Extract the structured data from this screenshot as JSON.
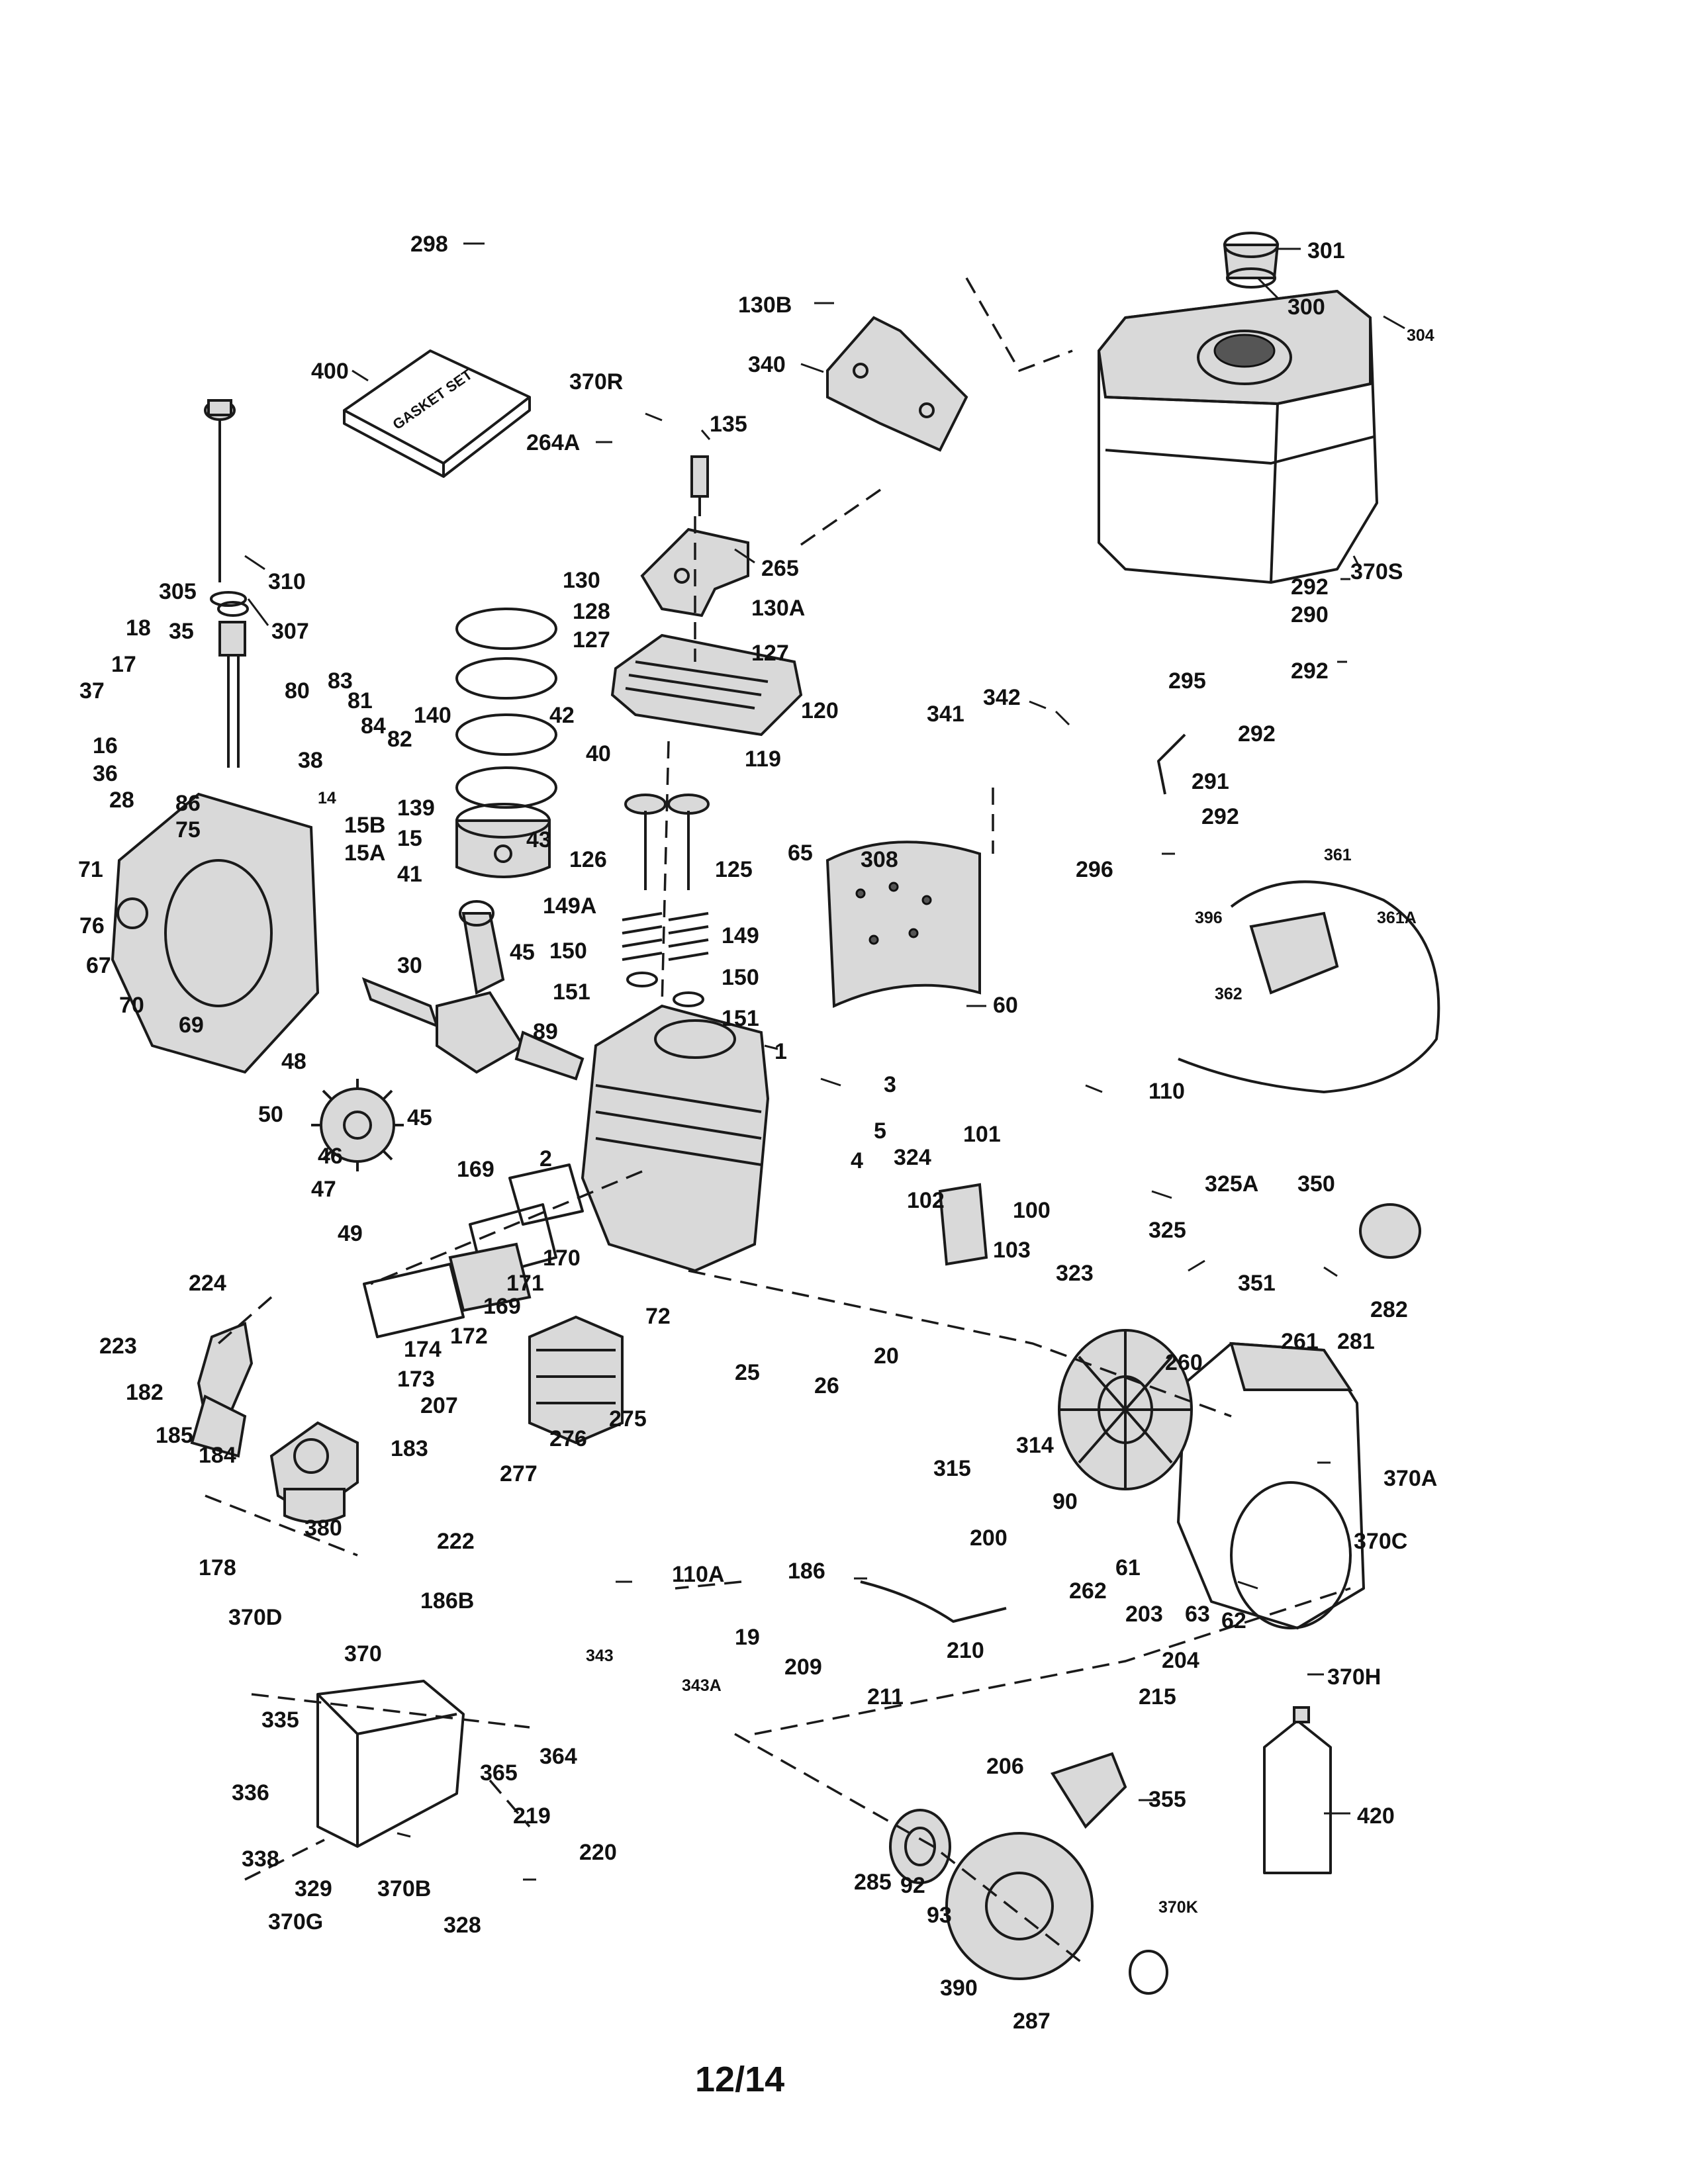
{
  "page_number": "12/14",
  "gasket_package_text": "GASKET SET",
  "callouts": [
    {
      "id": "c298",
      "text": "298"
    },
    {
      "id": "c301",
      "text": "301"
    },
    {
      "id": "c300",
      "text": "300"
    },
    {
      "id": "c304",
      "text": "304"
    },
    {
      "id": "c130B",
      "text": "130B"
    },
    {
      "id": "c340",
      "text": "340"
    },
    {
      "id": "c400",
      "text": "400"
    },
    {
      "id": "c370R",
      "text": "370R"
    },
    {
      "id": "c264A",
      "text": "264A"
    },
    {
      "id": "c135",
      "text": "135"
    },
    {
      "id": "c265",
      "text": "265"
    },
    {
      "id": "c370S",
      "text": "370S"
    },
    {
      "id": "c310",
      "text": "310"
    },
    {
      "id": "c305",
      "text": "305"
    },
    {
      "id": "c307",
      "text": "307"
    },
    {
      "id": "c130",
      "text": "130"
    },
    {
      "id": "c128",
      "text": "128"
    },
    {
      "id": "c127a",
      "text": "127"
    },
    {
      "id": "c130A",
      "text": "130A"
    },
    {
      "id": "c127b",
      "text": "127"
    },
    {
      "id": "c292a",
      "text": "292"
    },
    {
      "id": "c290",
      "text": "290"
    },
    {
      "id": "c292b",
      "text": "292"
    },
    {
      "id": "c295",
      "text": "295"
    },
    {
      "id": "c292c",
      "text": "292"
    },
    {
      "id": "c291",
      "text": "291"
    },
    {
      "id": "c292d",
      "text": "292"
    },
    {
      "id": "c18",
      "text": "18"
    },
    {
      "id": "c35",
      "text": "35"
    },
    {
      "id": "c17",
      "text": "17"
    },
    {
      "id": "c37",
      "text": "37"
    },
    {
      "id": "c80",
      "text": "80"
    },
    {
      "id": "c83",
      "text": "83"
    },
    {
      "id": "c81",
      "text": "81"
    },
    {
      "id": "c84",
      "text": "84"
    },
    {
      "id": "c82",
      "text": "82"
    },
    {
      "id": "c140",
      "text": "140"
    },
    {
      "id": "c42",
      "text": "42"
    },
    {
      "id": "c40",
      "text": "40"
    },
    {
      "id": "c120",
      "text": "120"
    },
    {
      "id": "c119",
      "text": "119"
    },
    {
      "id": "c342",
      "text": "342"
    },
    {
      "id": "c341",
      "text": "341"
    },
    {
      "id": "c16",
      "text": "16"
    },
    {
      "id": "c38",
      "text": "38"
    },
    {
      "id": "c36",
      "text": "36"
    },
    {
      "id": "c14",
      "text": "14"
    },
    {
      "id": "c28",
      "text": "28"
    },
    {
      "id": "c86",
      "text": "86"
    },
    {
      "id": "c75",
      "text": "75"
    },
    {
      "id": "c139",
      "text": "139"
    },
    {
      "id": "c15B",
      "text": "15B"
    },
    {
      "id": "c15",
      "text": "15"
    },
    {
      "id": "c15A",
      "text": "15A"
    },
    {
      "id": "c71",
      "text": "71"
    },
    {
      "id": "c41",
      "text": "41"
    },
    {
      "id": "c43",
      "text": "43"
    },
    {
      "id": "c126",
      "text": "126"
    },
    {
      "id": "c125",
      "text": "125"
    },
    {
      "id": "c65",
      "text": "65"
    },
    {
      "id": "c308",
      "text": "308"
    },
    {
      "id": "c296",
      "text": "296"
    },
    {
      "id": "c361",
      "text": "361"
    },
    {
      "id": "c361A",
      "text": "361A"
    },
    {
      "id": "c396",
      "text": "396"
    },
    {
      "id": "c362",
      "text": "362"
    },
    {
      "id": "c76",
      "text": "76"
    },
    {
      "id": "c67",
      "text": "67"
    },
    {
      "id": "c70",
      "text": "70"
    },
    {
      "id": "c69",
      "text": "69"
    },
    {
      "id": "c30",
      "text": "30"
    },
    {
      "id": "c45a",
      "text": "45"
    },
    {
      "id": "c149A",
      "text": "149A"
    },
    {
      "id": "c149",
      "text": "149"
    },
    {
      "id": "c150a",
      "text": "150"
    },
    {
      "id": "c150b",
      "text": "150"
    },
    {
      "id": "c151a",
      "text": "151"
    },
    {
      "id": "c151b",
      "text": "151"
    },
    {
      "id": "c60",
      "text": "60"
    },
    {
      "id": "c89",
      "text": "89"
    },
    {
      "id": "c48",
      "text": "48"
    },
    {
      "id": "c1",
      "text": "1"
    },
    {
      "id": "c3",
      "text": "3"
    },
    {
      "id": "c110",
      "text": "110"
    },
    {
      "id": "c50",
      "text": "50"
    },
    {
      "id": "c45b",
      "text": "45"
    },
    {
      "id": "c5",
      "text": "5"
    },
    {
      "id": "c4",
      "text": "4"
    },
    {
      "id": "c101",
      "text": "101"
    },
    {
      "id": "c324",
      "text": "324"
    },
    {
      "id": "c46",
      "text": "46"
    },
    {
      "id": "c169a",
      "text": "169"
    },
    {
      "id": "c2",
      "text": "2"
    },
    {
      "id": "c325A",
      "text": "325A"
    },
    {
      "id": "c47",
      "text": "47"
    },
    {
      "id": "c102",
      "text": "102"
    },
    {
      "id": "c100",
      "text": "100"
    },
    {
      "id": "c49",
      "text": "49"
    },
    {
      "id": "c325",
      "text": "325"
    },
    {
      "id": "c350",
      "text": "350"
    },
    {
      "id": "c103",
      "text": "103"
    },
    {
      "id": "c170",
      "text": "170"
    },
    {
      "id": "c171",
      "text": "171"
    },
    {
      "id": "c169b",
      "text": "169"
    },
    {
      "id": "c323",
      "text": "323"
    },
    {
      "id": "c224",
      "text": "224"
    },
    {
      "id": "c351",
      "text": "351"
    },
    {
      "id": "c72",
      "text": "72"
    },
    {
      "id": "c282",
      "text": "282"
    },
    {
      "id": "c172",
      "text": "172"
    },
    {
      "id": "c174",
      "text": "174"
    },
    {
      "id": "c223",
      "text": "223"
    },
    {
      "id": "c173",
      "text": "173"
    },
    {
      "id": "c25",
      "text": "25"
    },
    {
      "id": "c20",
      "text": "20"
    },
    {
      "id": "c260",
      "text": "260"
    },
    {
      "id": "c261",
      "text": "261"
    },
    {
      "id": "c281",
      "text": "281"
    },
    {
      "id": "c207",
      "text": "207"
    },
    {
      "id": "c26",
      "text": "26"
    },
    {
      "id": "c275",
      "text": "275"
    },
    {
      "id": "c182",
      "text": "182"
    },
    {
      "id": "c276",
      "text": "276"
    },
    {
      "id": "c314",
      "text": "314"
    },
    {
      "id": "c370A",
      "text": "370A"
    },
    {
      "id": "c185",
      "text": "185"
    },
    {
      "id": "c183",
      "text": "183"
    },
    {
      "id": "c184",
      "text": "184"
    },
    {
      "id": "c277",
      "text": "277"
    },
    {
      "id": "c315",
      "text": "315"
    },
    {
      "id": "c90",
      "text": "90"
    },
    {
      "id": "c370C",
      "text": "370C"
    },
    {
      "id": "c380",
      "text": "380"
    },
    {
      "id": "c222",
      "text": "222"
    },
    {
      "id": "c200",
      "text": "200"
    },
    {
      "id": "c178",
      "text": "178"
    },
    {
      "id": "c110A",
      "text": "110A"
    },
    {
      "id": "c186",
      "text": "186"
    },
    {
      "id": "c61",
      "text": "61"
    },
    {
      "id": "c262",
      "text": "262"
    },
    {
      "id": "c186B",
      "text": "186B"
    },
    {
      "id": "c203",
      "text": "203"
    },
    {
      "id": "c63",
      "text": "63"
    },
    {
      "id": "c62",
      "text": "62"
    },
    {
      "id": "c19",
      "text": "19"
    },
    {
      "id": "c370D",
      "text": "370D"
    },
    {
      "id": "c204",
      "text": "204"
    },
    {
      "id": "c210",
      "text": "210"
    },
    {
      "id": "c370",
      "text": "370"
    },
    {
      "id": "c209",
      "text": "209"
    },
    {
      "id": "c343",
      "text": "343"
    },
    {
      "id": "c343A",
      "text": "343A"
    },
    {
      "id": "c370H",
      "text": "370H"
    },
    {
      "id": "c215",
      "text": "215"
    },
    {
      "id": "c211",
      "text": "211"
    },
    {
      "id": "c335",
      "text": "335"
    },
    {
      "id": "c364",
      "text": "364"
    },
    {
      "id": "c206",
      "text": "206"
    },
    {
      "id": "c365",
      "text": "365"
    },
    {
      "id": "c336",
      "text": "336"
    },
    {
      "id": "c355",
      "text": "355"
    },
    {
      "id": "c219",
      "text": "219"
    },
    {
      "id": "c420",
      "text": "420"
    },
    {
      "id": "c338",
      "text": "338"
    },
    {
      "id": "c220",
      "text": "220"
    },
    {
      "id": "c329",
      "text": "329"
    },
    {
      "id": "c370B",
      "text": "370B"
    },
    {
      "id": "c285",
      "text": "285"
    },
    {
      "id": "c92",
      "text": "92"
    },
    {
      "id": "c370G",
      "text": "370G"
    },
    {
      "id": "c328",
      "text": "328"
    },
    {
      "id": "c93",
      "text": "93"
    },
    {
      "id": "c370K",
      "text": "370K"
    },
    {
      "id": "c390",
      "text": "390"
    },
    {
      "id": "c287",
      "text": "287"
    }
  ]
}
